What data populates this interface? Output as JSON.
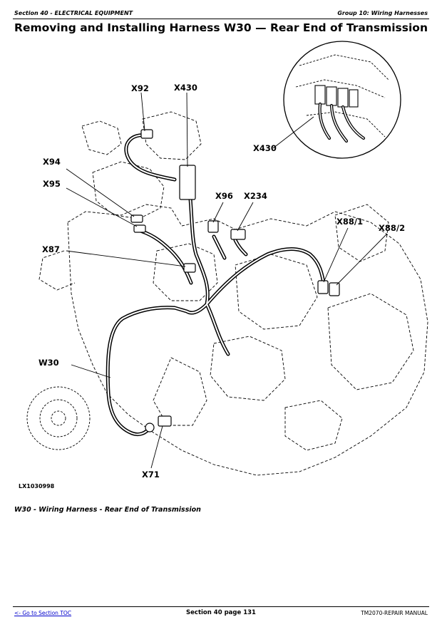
{
  "header": {
    "section": "Section 40 - ELECTRICAL EQUIPMENT",
    "group": "Group 10: Wiring Harnesses"
  },
  "title": "Removing and Installing Harness W30 — Rear End of Transmission",
  "figure": {
    "art_id": "LX1030998",
    "callouts": {
      "x92": "X92",
      "x430": "X430",
      "x430_detail": "X430",
      "x94": "X94",
      "x95": "X95",
      "x96": "X96",
      "x234": "X234",
      "x87": "X87",
      "x88_1": "X88/1",
      "x88_2": "X88/2",
      "w30": "W30",
      "x71": "X71"
    },
    "caption": "W30 - Wiring Harness - Rear End of Transmission"
  },
  "footer": {
    "toc_link": "<- Go to Section TOC",
    "page": "Section 40 page 131",
    "manual": "TM2070-REPAIR MANUAL"
  }
}
